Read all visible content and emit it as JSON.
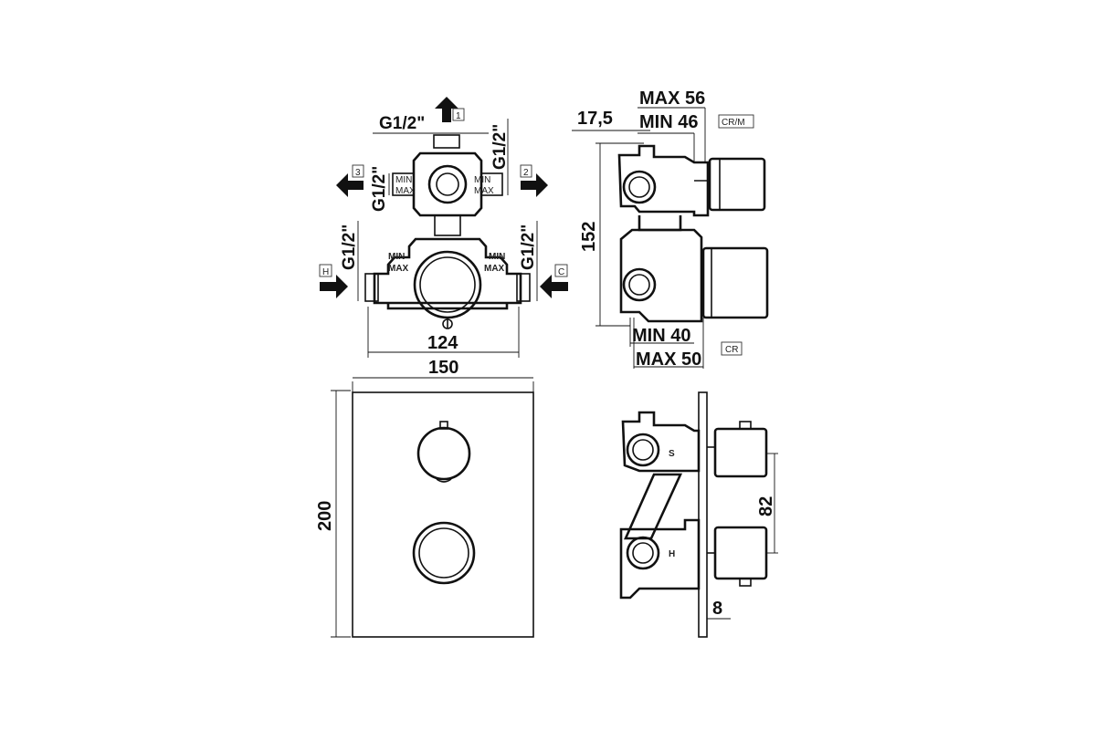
{
  "views": {
    "front_valve": {
      "thread_top": "G1/2\"",
      "thread_left_outlet": "G1/2\"",
      "thread_right_outlet": "G1/2\"",
      "thread_left_inlet": "G1/2\"",
      "thread_right_inlet": "G1/2\"",
      "port_top": "1",
      "port_right": "2",
      "port_left": "3",
      "inlet_hot": "H",
      "inlet_cold": "C",
      "min_label": "MIN",
      "max_label": "MAX",
      "width_dim": "124"
    },
    "side_valve": {
      "max_top": "MAX 56",
      "min_top": "MIN 46",
      "offset": "17,5",
      "height": "152",
      "min_bottom": "MIN 40",
      "max_bottom": "MAX 50",
      "tag_top": "CR/M",
      "tag_bottom": "CR"
    },
    "front_plate": {
      "width": "150",
      "height": "200"
    },
    "side_plate": {
      "spacing": "82",
      "thickness": "8",
      "mark_s": "S",
      "mark_h": "H"
    }
  }
}
